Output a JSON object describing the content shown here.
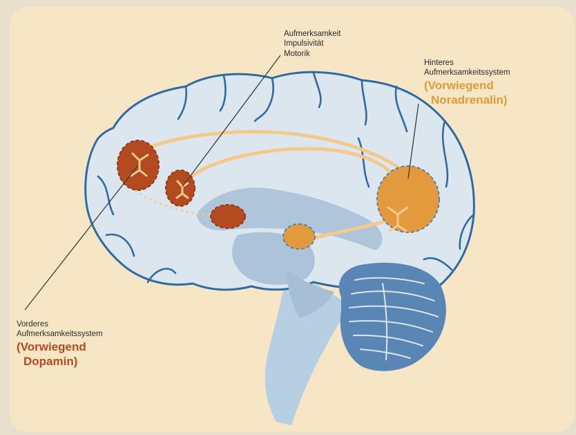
{
  "colors": {
    "background": "#f7e6c6",
    "brain_fill": "#dbe6ef",
    "brain_outline": "#2f6aa3",
    "inner_structures": "#a7bfd6",
    "cerebellum": "#5a86b6",
    "dopamine_region": "#b44a1f",
    "noradrenalin_region": "#e39a3d",
    "pathway": "#f3c98c"
  },
  "labels": {
    "top": {
      "line1": "Aufmerksamkeit",
      "line2": "Impulsivität",
      "line3": "Motorik"
    },
    "posterior": {
      "line1": "Hinteres",
      "line2": "Aufmerksamkeitssystem",
      "accent1": "(Vorwiegend",
      "accent2": "Noradrenalin)"
    },
    "anterior": {
      "line1": "Vorderes",
      "line2": "Aufmerksamkeitssystem",
      "accent1": "(Vorwiegend",
      "accent2": "Dopamin)"
    }
  }
}
